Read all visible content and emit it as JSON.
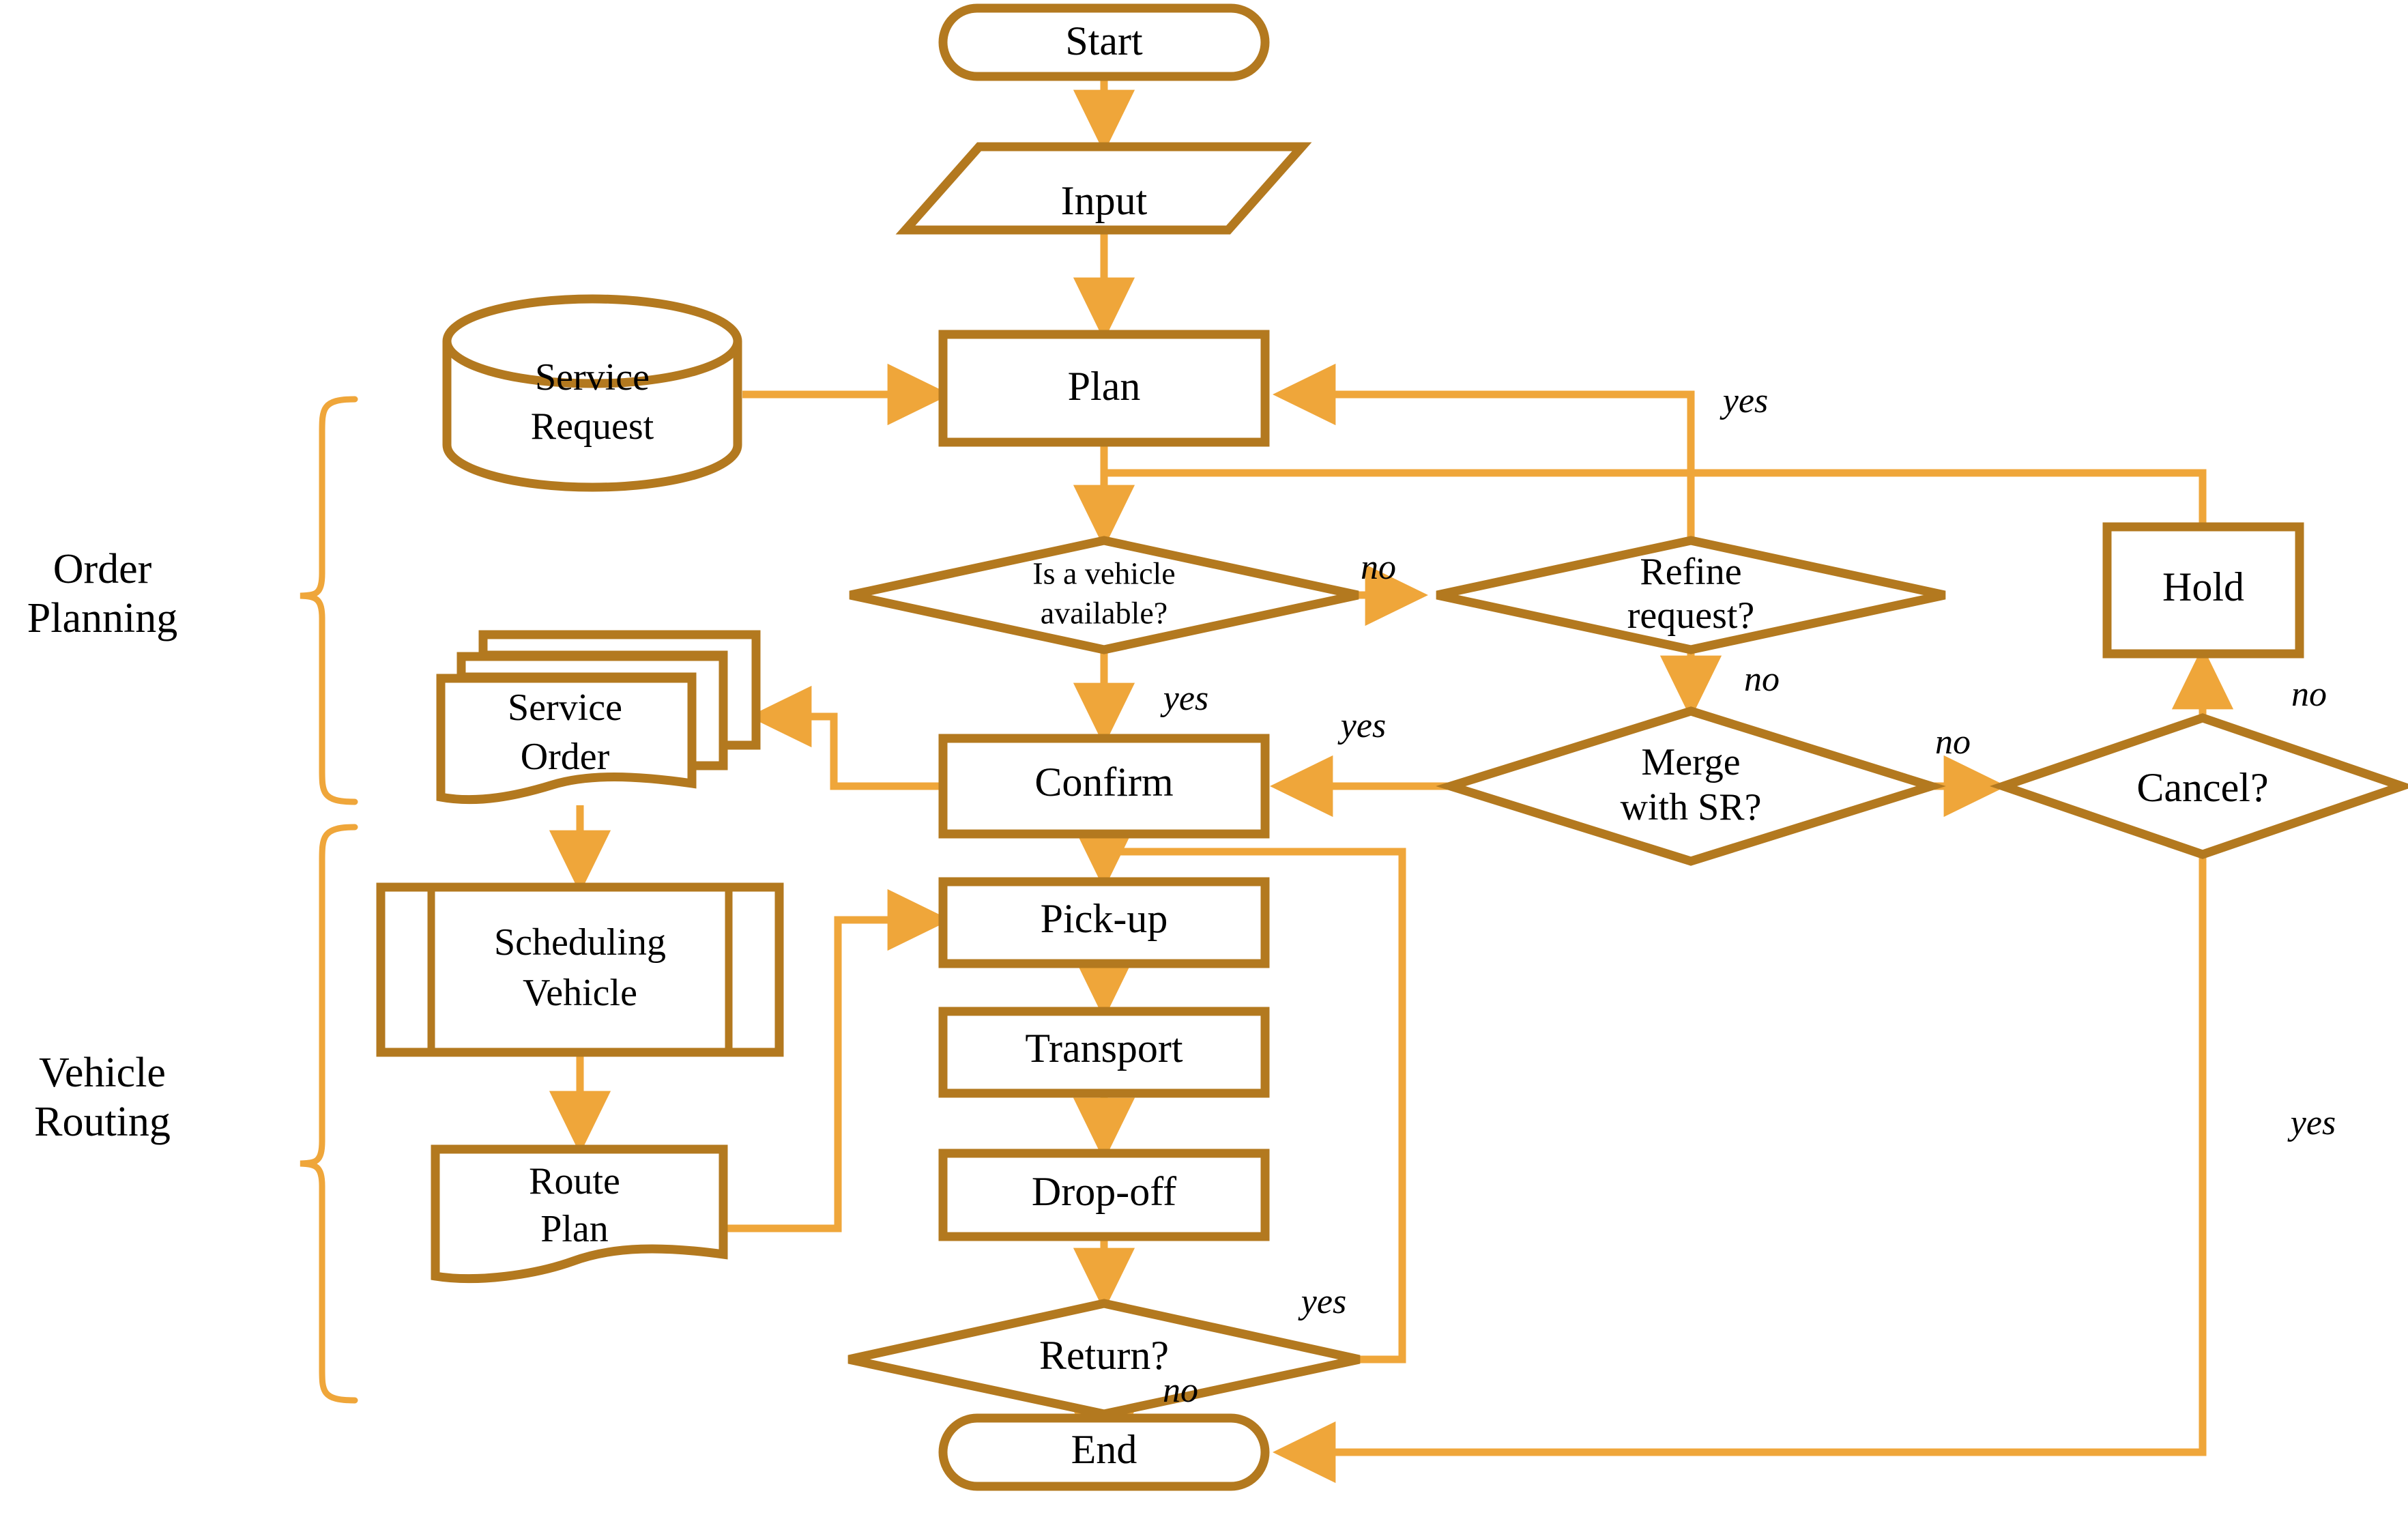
{
  "theme": {
    "shape_stroke": "#B3791F",
    "connector_stroke": "#EFA63A",
    "text_color": "#000000",
    "background": "#FFFFFF"
  },
  "groups": [
    {
      "id": "order-planning",
      "label_line1": "Order",
      "label_line2": "Planning"
    },
    {
      "id": "vehicle-routing",
      "label_line1": "Vehicle",
      "label_line2": "Routing"
    }
  ],
  "nodes": [
    {
      "id": "start",
      "label": "Start",
      "shape": "terminator"
    },
    {
      "id": "input",
      "label": "Input",
      "shape": "parallelogram"
    },
    {
      "id": "service-request",
      "label_line1": "Service",
      "label_line2": "Request",
      "shape": "cylinder"
    },
    {
      "id": "plan",
      "label": "Plan",
      "shape": "process"
    },
    {
      "id": "is-vehicle-available",
      "label_line1": "Is a vehicle",
      "label_line2": "available?",
      "shape": "decision"
    },
    {
      "id": "refine-request",
      "label_line1": "Refine",
      "label_line2": "request?",
      "shape": "decision"
    },
    {
      "id": "hold",
      "label": "Hold",
      "shape": "process"
    },
    {
      "id": "merge-with-sr",
      "label_line1": "Merge",
      "label_line2": "with SR?",
      "shape": "decision"
    },
    {
      "id": "cancel",
      "label": "Cancel?",
      "shape": "decision"
    },
    {
      "id": "service-order",
      "label_line1": "Service",
      "label_line2": "Order",
      "shape": "multidocument"
    },
    {
      "id": "confirm",
      "label": "Confirm",
      "shape": "process"
    },
    {
      "id": "scheduling-vehicle",
      "label_line1": "Scheduling",
      "label_line2": "Vehicle",
      "shape": "predefined-process"
    },
    {
      "id": "route-plan",
      "label_line1": "Route",
      "label_line2": "Plan",
      "shape": "document"
    },
    {
      "id": "pick-up",
      "label": "Pick-up",
      "shape": "process"
    },
    {
      "id": "transport",
      "label": "Transport",
      "shape": "process"
    },
    {
      "id": "drop-off",
      "label": "Drop-off",
      "shape": "process"
    },
    {
      "id": "return",
      "label": "Return?",
      "shape": "decision"
    },
    {
      "id": "end",
      "label": "End",
      "shape": "terminator"
    }
  ],
  "edge_labels": [
    {
      "id": "vehicle-no",
      "text": "no",
      "from": "is-vehicle-available",
      "to": "refine-request"
    },
    {
      "id": "vehicle-yes",
      "text": "yes",
      "from": "is-vehicle-available",
      "to": "confirm"
    },
    {
      "id": "refine-yes",
      "text": "yes",
      "from": "refine-request",
      "to": "plan"
    },
    {
      "id": "refine-no",
      "text": "no",
      "from": "refine-request",
      "to": "merge-with-sr"
    },
    {
      "id": "merge-yes",
      "text": "yes",
      "from": "merge-with-sr",
      "to": "confirm"
    },
    {
      "id": "merge-no",
      "text": "no",
      "from": "merge-with-sr",
      "to": "cancel"
    },
    {
      "id": "cancel-no",
      "text": "no",
      "from": "cancel",
      "to": "hold"
    },
    {
      "id": "cancel-yes",
      "text": "yes",
      "from": "cancel",
      "to": "end"
    },
    {
      "id": "return-yes",
      "text": "yes",
      "from": "return",
      "to": "pick-up"
    },
    {
      "id": "return-no",
      "text": "no",
      "from": "return",
      "to": "end"
    }
  ]
}
